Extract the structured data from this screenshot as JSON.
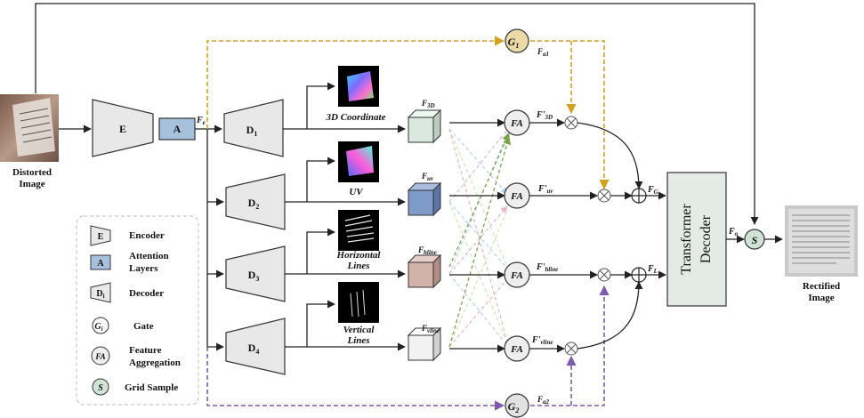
{
  "input": {
    "label_line1": "Distorted",
    "label_line2": "Image"
  },
  "output": {
    "label_line1": "Rectified",
    "label_line2": "Image"
  },
  "encoder": {
    "letter": "E"
  },
  "attention": {
    "letter": "A",
    "feature": "F",
    "feature_sub": "e"
  },
  "decoders": [
    {
      "main": "D",
      "sub": "1",
      "output_line1": "3D Coordinate",
      "output_line2": "",
      "feature": "F",
      "feature_sub": "3D",
      "refined": "F'",
      "refined_sub": "3D",
      "box_color": "#d9e9df"
    },
    {
      "main": "D",
      "sub": "2",
      "output_line1": "UV",
      "output_line2": "",
      "feature": "F",
      "feature_sub": "uv",
      "refined": "F'",
      "refined_sub": "uv",
      "box_color": "#7f9bc8"
    },
    {
      "main": "D",
      "sub": "3",
      "output_line1": "Horizontal",
      "output_line2": "Lines",
      "feature": "F",
      "feature_sub": "hline",
      "refined": "F'",
      "refined_sub": "hline",
      "box_color": "#d2b1a8"
    },
    {
      "main": "D",
      "sub": "4",
      "output_line1": "Vertical",
      "output_line2": "Lines",
      "feature": "F",
      "feature_sub": "vline",
      "refined": "F'",
      "refined_sub": "vline",
      "box_color": "#f2f2f2"
    }
  ],
  "fa": {
    "label": "FA"
  },
  "gates": [
    {
      "main": "G",
      "sub": "1",
      "out": "F",
      "out_sub": "a1",
      "color": "#d4a020"
    },
    {
      "main": "G",
      "sub": "2",
      "out": "F",
      "out_sub": "a2",
      "color": "#7e5ab0"
    }
  ],
  "fusion": {
    "g": "F",
    "g_sub": "G",
    "l": "F",
    "l_sub": "L"
  },
  "transformer": {
    "line1": "Transformer",
    "line2": "Decoder",
    "out": "F",
    "out_sub": "o"
  },
  "grid_sample": {
    "letter": "S"
  },
  "legend": [
    {
      "symbol": "E",
      "label_line1": "Encoder",
      "label_line2": ""
    },
    {
      "symbol": "A",
      "label_line1": "Attention",
      "label_line2": "Layers"
    },
    {
      "symbol": "D",
      "symbol_sub": "i",
      "label_line1": "Decoder",
      "label_line2": ""
    },
    {
      "symbol": "G",
      "symbol_sub": "i",
      "label_line1": "Gate",
      "label_line2": ""
    },
    {
      "symbol": "FA",
      "label_line1": "Feature",
      "label_line2": "Aggregation"
    },
    {
      "symbol": "S",
      "label_line1": "Grid Sample",
      "label_line2": ""
    }
  ],
  "colors": {
    "gate1_path": "#d4a020",
    "gate2_path": "#7e5ab0",
    "encoder_fill": "#e8e8e8",
    "attention_fill": "#a7c0dc",
    "gate_fill": "#ecd9a8",
    "gate2_fill": "#e2e2e2",
    "fa_fill": "#eeeeee",
    "grid_fill": "#cfe4d6",
    "transformer_fill": "#e4ebe6",
    "dash_colors": [
      "#b7d6ef",
      "#d6e6b8",
      "#e8b9c4",
      "#7ba34a"
    ]
  }
}
